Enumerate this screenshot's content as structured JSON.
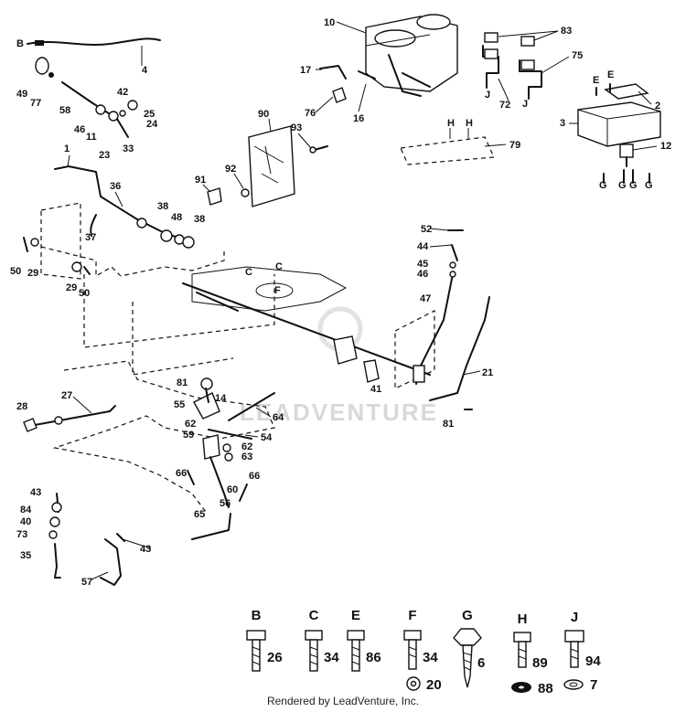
{
  "watermark": "LEADVENTURE",
  "footer": "Rendered by LeadVenture, Inc.",
  "callouts": {
    "c10": "10",
    "c83": "83",
    "c75": "75",
    "c72": "72",
    "cJa": "J",
    "cJb": "J",
    "c17": "17",
    "c76": "76",
    "c16": "16",
    "c2": "2",
    "cEa": "E",
    "cEb": "E",
    "c3": "3",
    "c12": "12",
    "cG1": "G",
    "cG2": "G",
    "cG3": "G",
    "cG4": "G",
    "cHa": "H",
    "cHb": "H",
    "c79": "79",
    "c90": "90",
    "c93": "93",
    "c91": "91",
    "c92": "92",
    "cB": "B",
    "c4": "4",
    "c49": "49",
    "c77": "77",
    "c58": "58",
    "c42": "42",
    "c25": "25",
    "c24": "24",
    "c46": "46",
    "c11": "11",
    "c23": "23",
    "c33": "33",
    "c1": "1",
    "c36": "36",
    "c37": "37",
    "c38a": "38",
    "c48": "48",
    "c38b": "38",
    "c50a": "50",
    "c29a": "29",
    "c29b": "29",
    "c50b": "50",
    "cCa": "C",
    "cCb": "C",
    "cF": "F",
    "c52": "52",
    "c44": "44",
    "c45": "45",
    "c46b": "46",
    "c47": "47",
    "c21": "21",
    "c41": "41",
    "c81a": "81",
    "c81b": "81",
    "c14": "14",
    "c55": "55",
    "c62a": "62",
    "c59": "59",
    "c54": "54",
    "c62b": "62",
    "c63": "63",
    "c64": "64",
    "c66a": "66",
    "c60": "60",
    "c56": "56",
    "c66b": "66",
    "c65": "65",
    "c28": "28",
    "c27": "27",
    "c43a": "43",
    "c84": "84",
    "c40": "40",
    "c73": "73",
    "c35": "35",
    "c57": "57",
    "c43b": "43"
  },
  "hardware": [
    {
      "letter": "B",
      "number": "26"
    },
    {
      "letter": "C",
      "number": "34"
    },
    {
      "letter": "E",
      "number": "86"
    },
    {
      "letter": "F",
      "number": "34",
      "washer": "20"
    },
    {
      "letter": "G",
      "number": "6"
    },
    {
      "letter": "H",
      "number": "89",
      "washer": "88"
    },
    {
      "letter": "J",
      "number": "94",
      "washer": "7"
    }
  ]
}
